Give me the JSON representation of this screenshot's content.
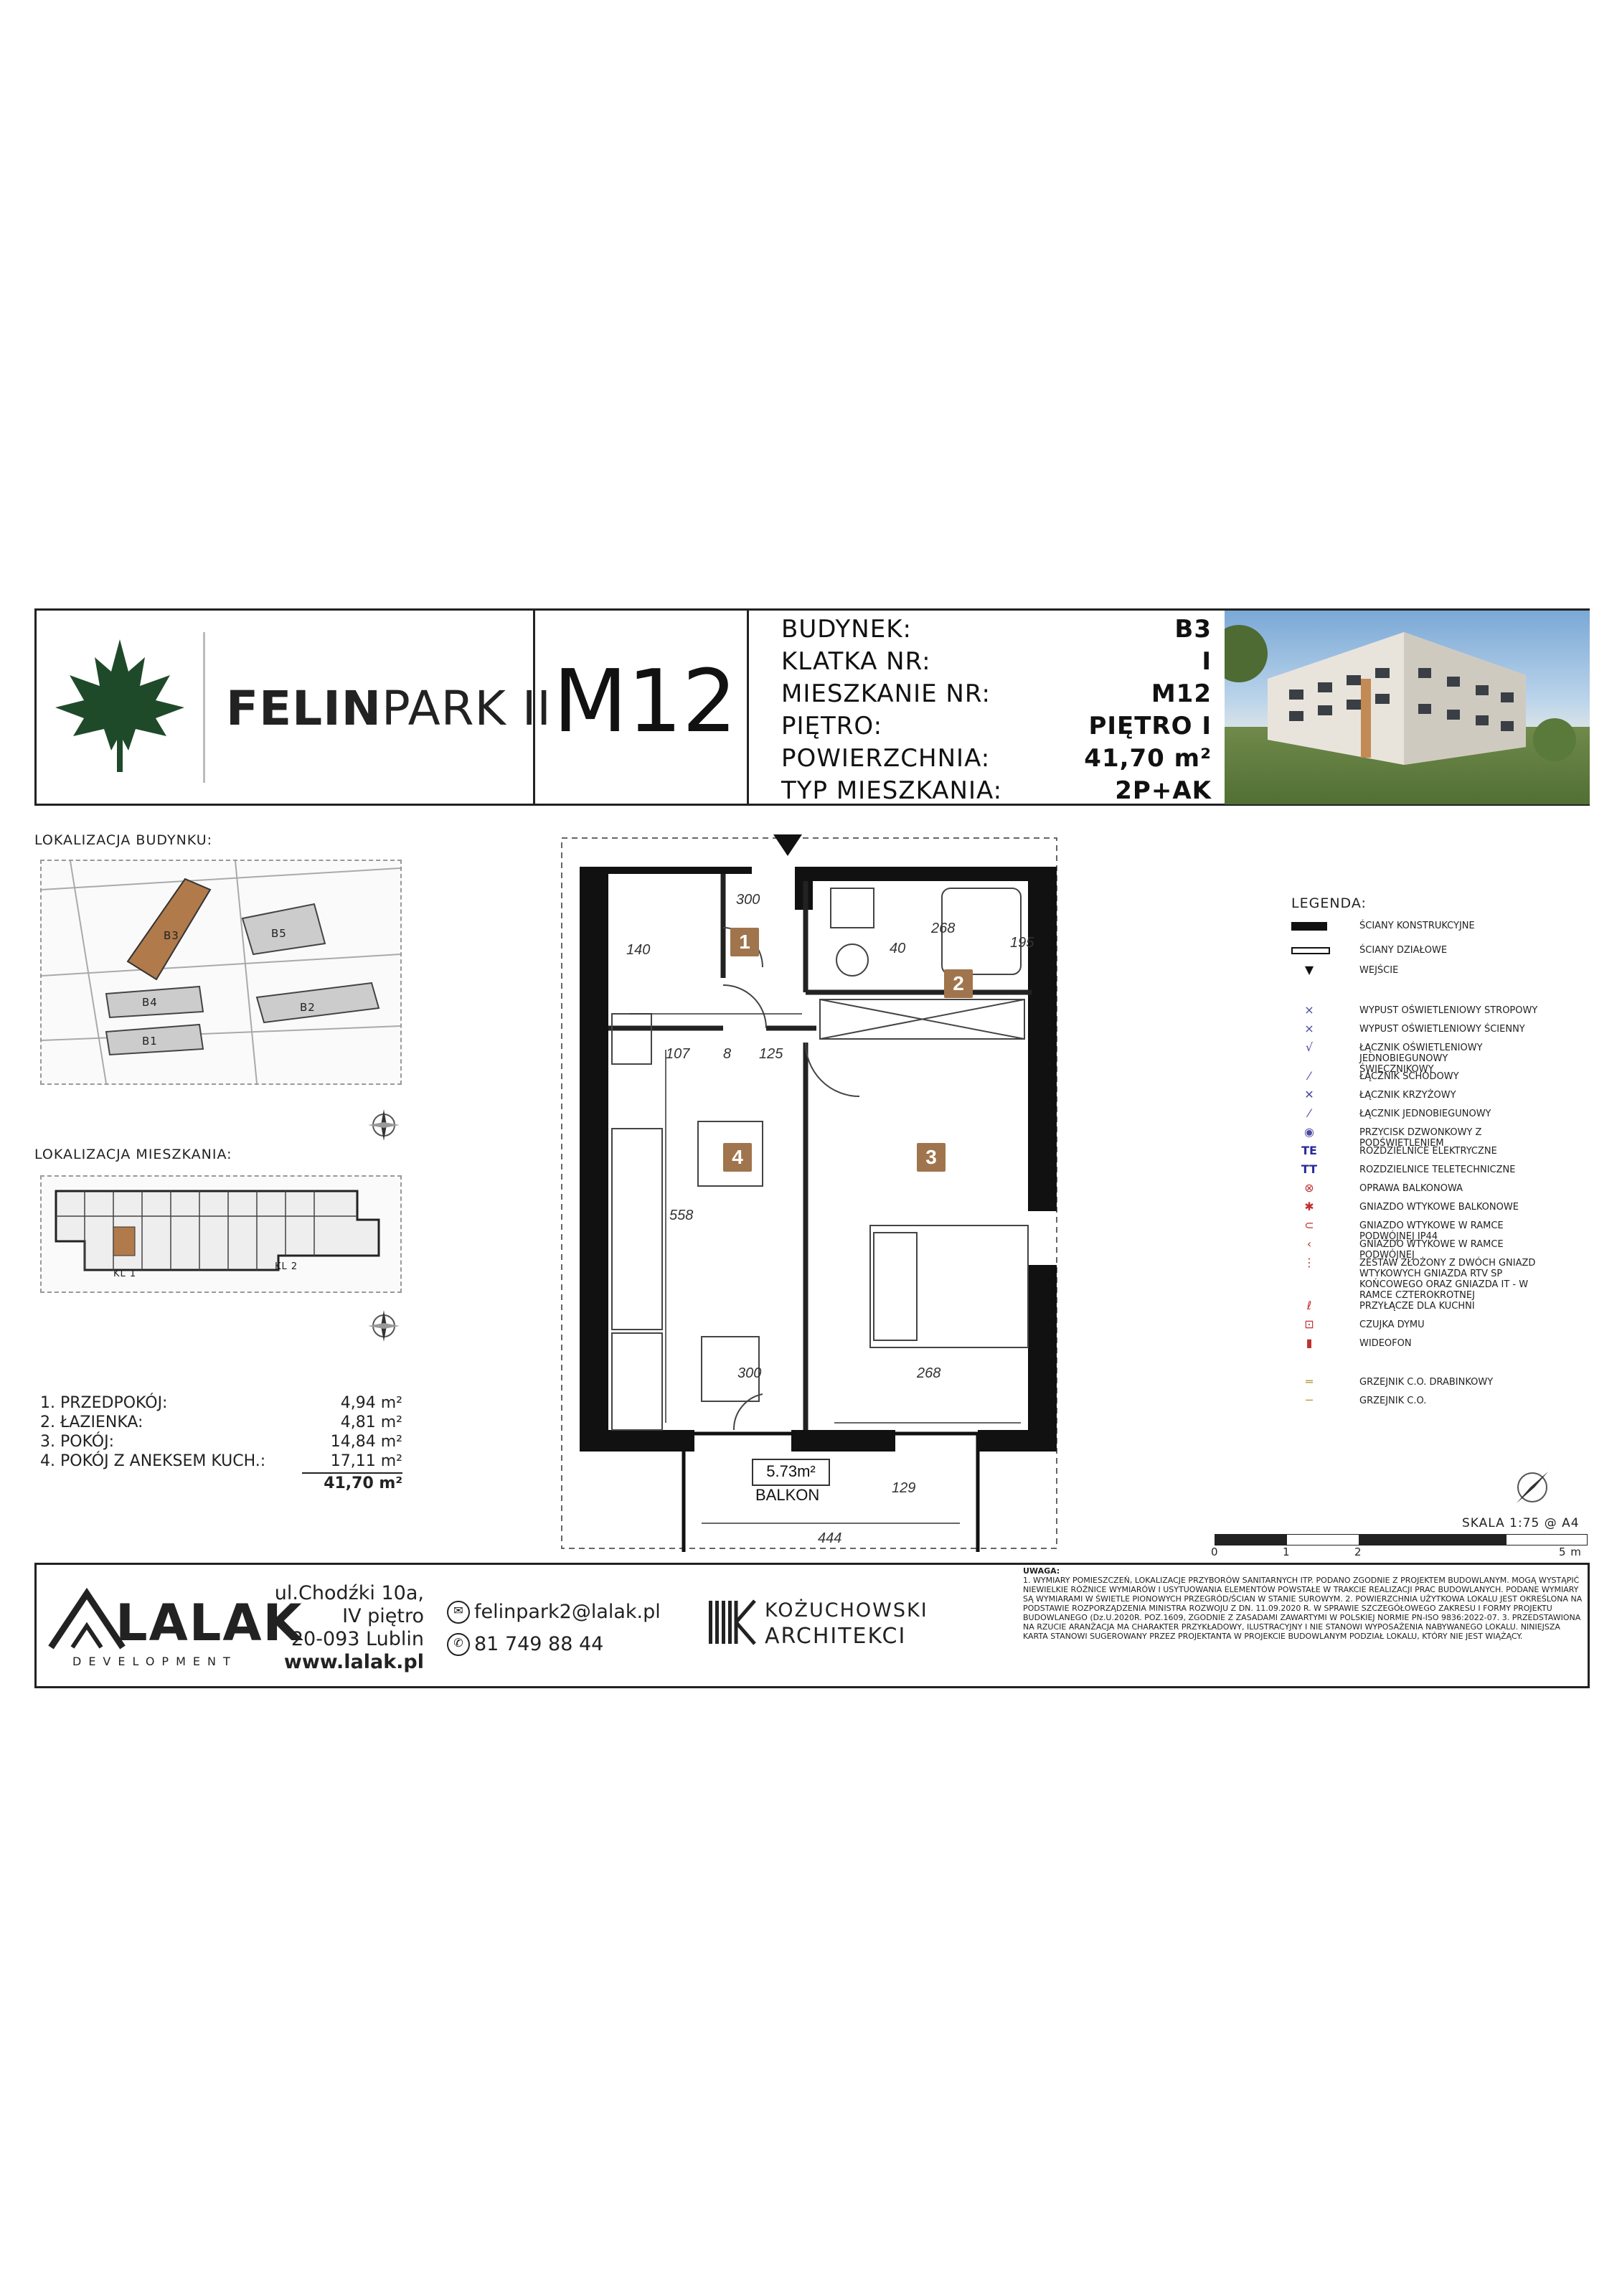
{
  "header": {
    "brand_bold": "FELIN",
    "brand_light": "PARK II",
    "apartment_code": "M12",
    "info": [
      {
        "key": "BUDYNEK:",
        "value": "B3"
      },
      {
        "key": "KLATKA NR:",
        "value": "I"
      },
      {
        "key": "MIESZKANIE NR:",
        "value": "M12"
      },
      {
        "key": "PIĘTRO:",
        "value": "PIĘTRO I"
      },
      {
        "key": "POWIERZCHNIA:",
        "value": "41,70 m²"
      },
      {
        "key": "TYP MIESZKANIA:",
        "value": "2P+AK"
      }
    ]
  },
  "location": {
    "building_title": "LOKALIZACJA BUDYNKU:",
    "apartment_title": "LOKALIZACJA MIESZKANIA:",
    "buildings": [
      "B3",
      "B5",
      "B4",
      "B2",
      "B1"
    ],
    "stairs": [
      "KL 1",
      "KL 2"
    ]
  },
  "rooms": [
    {
      "label": "1. PRZEDPOKÓJ:",
      "area": "4,94 m²"
    },
    {
      "label": "2. ŁAZIENKA:",
      "area": "4,81 m²"
    },
    {
      "label": "3. POKÓJ:",
      "area": "14,84 m²"
    },
    {
      "label": "4. POKÓJ Z ANEKSEM KUCH.:",
      "area": "17,11 m²"
    }
  ],
  "rooms_total": "41,70 m²",
  "plan": {
    "room_numbers": [
      "1",
      "2",
      "3",
      "4"
    ],
    "dims": [
      "300",
      "140",
      "40",
      "268",
      "195",
      "107",
      "8",
      "125",
      "558",
      "300",
      "268",
      "129",
      "444"
    ],
    "balcony_area": "5.73m²",
    "balcony_label": "BALKON"
  },
  "legend": {
    "title": "LEGENDA:",
    "items": [
      "ŚCIANY KONSTRUKCYJNE",
      "ŚCIANY DZIAŁOWE",
      "WEJŚCIE",
      "WYPUST OŚWIETLENIOWY STROPOWY",
      "WYPUST OŚWIETLENIOWY ŚCIENNY",
      "ŁĄCZNIK OŚWIETLENIOWY JEDNOBIEGUNOWY ŚWIECZNIKOWY",
      "ŁĄCZNIK SCHODOWY",
      "ŁĄCZNIK KRZYŻOWY",
      "ŁĄCZNIK JEDNOBIEGUNOWY",
      "PRZYCISK DZWONKOWY Z PODŚWIETLENIEM",
      "ROZDZIELNICE ELEKTRYCZNE",
      "ROZDZIELNICE TELETECHNICZNE",
      "OPRAWA BALKONOWA",
      "GNIAZDO WTYKOWE BALKONOWE",
      "GNIAZDO WTYKOWE W RAMCE PODWÓJNEJ IP44",
      "GNIAZDO WTYKOWE W RAMCE PODWÓJNEJ",
      "ZESTAW ZŁOŻONY Z DWÓCH GNIAZD WTYKOWYCH GNIAZDA RTV SP KOŃCOWEGO ORAZ GNIAZDA IT - W RAMCE CZTEROKROTNEJ",
      "PRZYŁĄCZE DLA KUCHNI",
      "CZUJKA DYMU",
      "WIDEOFON",
      "GRZEJNIK C.O. DRABINKOWY",
      "GRZEJNIK C.O."
    ]
  },
  "scale": {
    "label": "SKALA 1:75 @ A4",
    "ticks": [
      "0",
      "1",
      "2",
      "5 m"
    ]
  },
  "footer": {
    "developer": "LALAK",
    "developer_sub": "DEVELOPMENT",
    "address": [
      "ul.Chodźki 10a,",
      "IV piętro",
      "20-093 Lublin",
      "www.lalak.pl"
    ],
    "email": "felinpark2@lalak.pl",
    "phone": "81 749 88 44",
    "architect_1": "KOŻUCHOWSKI",
    "architect_2": "ARCHITEKCI",
    "notes_title": "UWAGA:",
    "notes": "1. WYMIARY POMIESZCZEŃ, LOKALIZACJE PRZYBORÓW SANITARNYCH ITP. PODANO ZGODNIE Z PROJEKTEM BUDOWLANYM. MOGĄ WYSTĄPIĆ NIEWIELKIE RÓŻNICE WYMIARÓW I USYTUOWANIA ELEMENTÓW POWSTAŁE W TRAKCIE REALIZACJI PRAC BUDOWLANYCH. PODANE WYMIARY SĄ WYMIARAMI W ŚWIETLE PIONOWYCH PRZEGRÓD/ŚCIAN W STANIE SUROWYM. 2. POWIERZCHNIA UŻYTKOWA LOKALU JEST OKREŚLONA NA PODSTAWIE ROZPORZĄDZENIA MINISTRA ROZWOJU Z DN. 11.09.2020 R. W SPRAWIE SZCZEGÓŁOWEGO ZAKRESU I FORMY PROJEKTU BUDOWLANEGO (Dz.U.2020R. POZ.1609, ZGODNIE Z ZASADAMI ZAWARTYMI W POLSKIEJ NORMIE PN-ISO 9836:2022-07. 3. PRZEDSTAWIONA NA RZUCIE ARANŻACJA MA CHARAKTER PRZYKŁADOWY, ILUSTRACYJNY I NIE STANOWI WYPOSAŻENIA NABYWANEGO LOKALU. NINIEJSZA KARTA STANOWI SUGEROWANY PRZEZ PROJEKTANTA W PROJEKCIE BUDOWLANYM PODZIAŁ LOKALU, KTÓRY NIE JEST WIĄŻĄCY."
  },
  "colors": {
    "leaf": "#1f4a2a",
    "room_badge": "#a0744c",
    "walls": "#111111",
    "highlight": "#b07a4a"
  }
}
